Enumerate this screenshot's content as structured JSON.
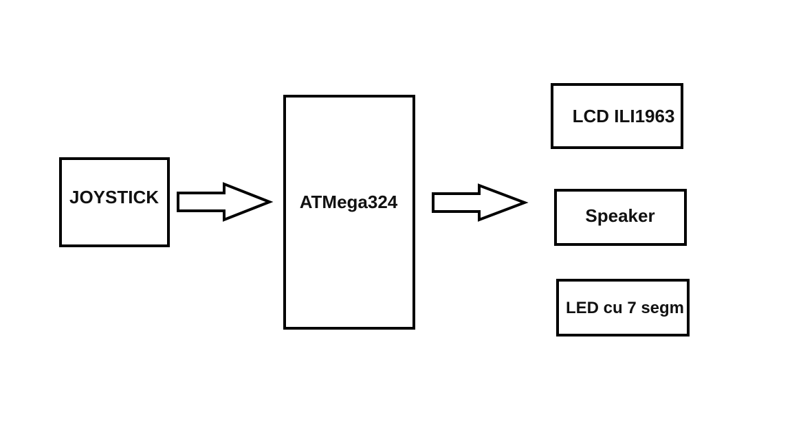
{
  "diagram": {
    "input": {
      "label": "JOYSTICK"
    },
    "controller": {
      "label": "ATMega324"
    },
    "outputs": [
      {
        "label": "LCD ILI1963"
      },
      {
        "label": "Speaker"
      },
      {
        "label": "LED cu 7 segm"
      }
    ]
  }
}
